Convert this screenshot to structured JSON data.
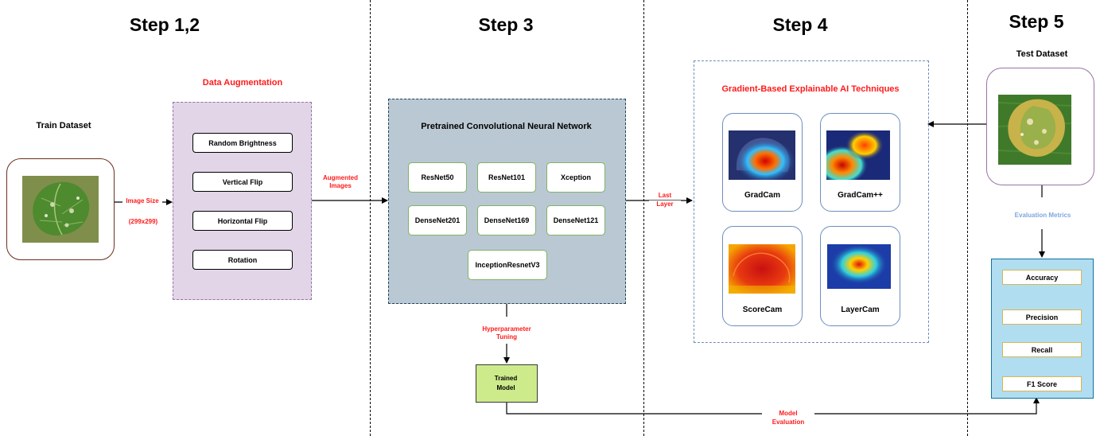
{
  "steps": {
    "s12": "Step 1,2",
    "s3": "Step 3",
    "s4": "Step 4",
    "s5": "Step 5"
  },
  "train": {
    "title": "Train Dataset",
    "image_size": "Image Size",
    "dims": "(299x299)"
  },
  "augmentation": {
    "title": "Data Augmentation",
    "items": [
      "Random Brightness",
      "Vertical Flip",
      "Horizontal Flip",
      "Rotation"
    ],
    "output_label_1": "Augmented",
    "output_label_2": "Images"
  },
  "cnn": {
    "title": "Pretrained Convolutional Neural Network",
    "models": [
      "ResNet50",
      "ResNet101",
      "Xception",
      "DenseNet201",
      "DenseNet169",
      "DenseNet121",
      "InceptionResnetV3"
    ],
    "last_layer_1": "Last",
    "last_layer_2": "Layer",
    "tuning_1": "Hyperparameter",
    "tuning_2": "Tuning",
    "trained_1": "Trained",
    "trained_2": "Model"
  },
  "xai": {
    "title": "Gradient-Based Explainable AI Techniques",
    "techniques": [
      "GradCam",
      "GradCam++",
      "ScoreCam",
      "LayerCam"
    ]
  },
  "test": {
    "title": "Test Dataset",
    "eval_metrics": "Evaluation Metrics",
    "metrics": [
      "Accuracy",
      "Precision",
      "Recall",
      "F1 Score"
    ],
    "model_eval_1": "Model",
    "model_eval_2": "Evaluation"
  },
  "colors": {
    "accent_red": "#ff1a1a",
    "augmentation_fill": "#e1d5e7",
    "cnn_fill": "#bac8d3",
    "trained_fill": "#cdeb8b",
    "metrics_fill": "#b1ddf0",
    "eval_blue": "#7ea6e0"
  }
}
